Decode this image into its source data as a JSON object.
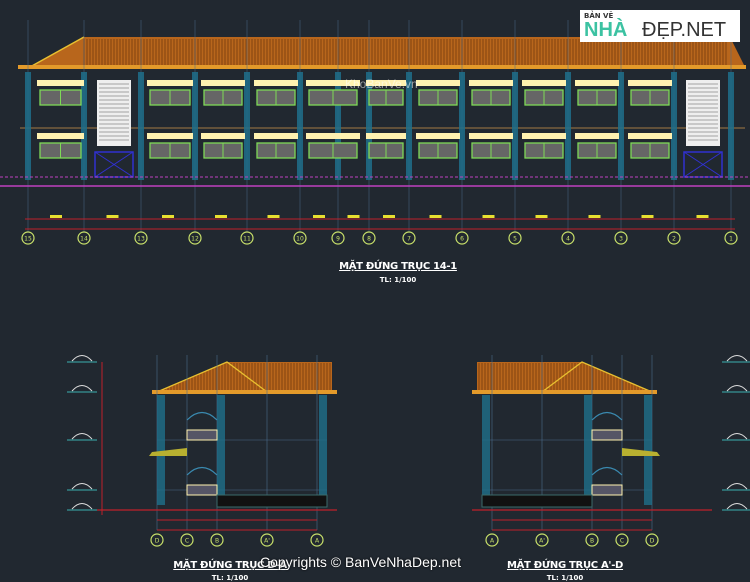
{
  "drawing": {
    "main_elevation": {
      "title": "MẶT ĐỨNG TRỤC 14-1",
      "scale": "TL: 1/100",
      "axes": [
        "15",
        "14",
        "13",
        "12",
        "11",
        "10",
        "9",
        "8",
        "7",
        "6",
        "5",
        "4",
        "3",
        "2",
        "1"
      ]
    },
    "left_elevation": {
      "title": "MẶT ĐỨNG TRỤC D-A",
      "scale": "TL: 1/100",
      "axes": [
        "D",
        "C",
        "B",
        "A'",
        "A"
      ]
    },
    "right_elevation": {
      "title": "MẶT ĐỨNG TRỤC A'-D",
      "scale": "TL: 1/100",
      "axes": [
        "D",
        "C",
        "B",
        "A'",
        "A"
      ]
    },
    "colors": {
      "background": "#212830",
      "roof": "#b8661c",
      "column": "#1f6f8b",
      "window": "#7ed957",
      "lintel": "#fff2b0",
      "ground": "#c040c0",
      "dimension": "#c0202a",
      "axis_bubble": "#c8e06a"
    }
  },
  "watermarks": {
    "center": "KhoBanVe.vn",
    "copyright": "Copyrights © BanVeNhaDep.net",
    "logo_top": "BẢN VẼ",
    "logo_main_left": "NHÀ",
    "logo_main_right": "ĐẸP.NET"
  }
}
